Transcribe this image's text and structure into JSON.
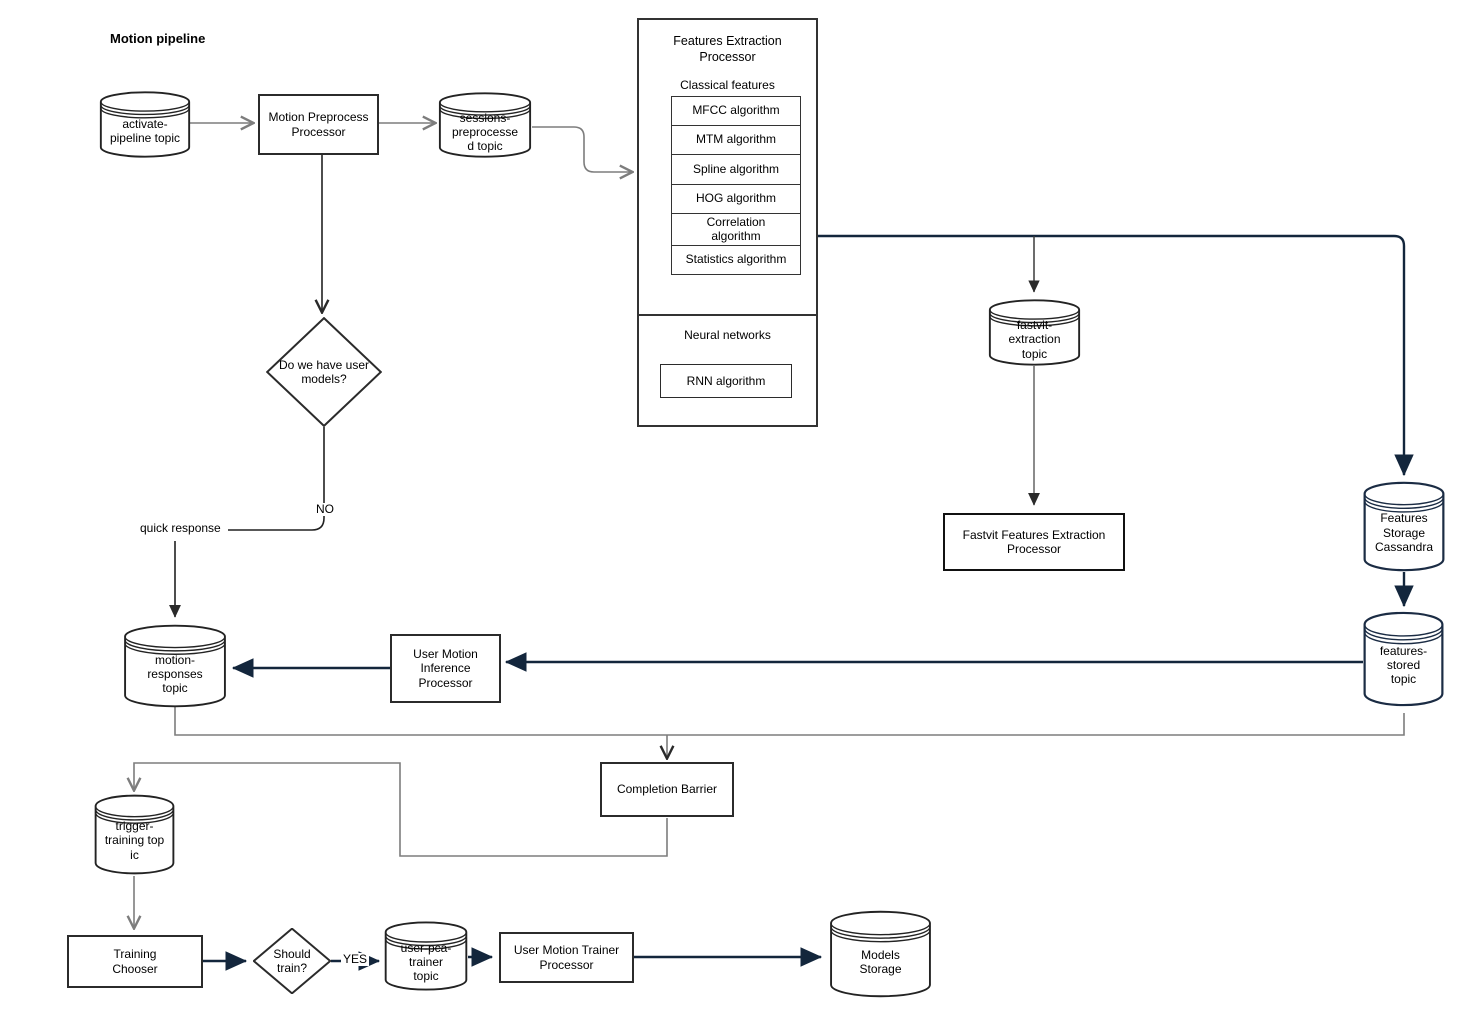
{
  "title": "Motion pipeline",
  "colors": {
    "navy": "#13263c",
    "gray": "#7d7d7d",
    "black": "#212121"
  },
  "nodes": {
    "activate_topic": {
      "label": "activate-\npipeline topic"
    },
    "preprocess": {
      "label": "Motion Preprocess\nProcessor"
    },
    "sessions_topic": {
      "label": "sessions-\npreprocesse\nd topic"
    },
    "features_box": {
      "title": "Features Extraction\nProcessor",
      "classical_label": "Classical features",
      "algorithms": [
        "MFCC algorithm",
        "MTM algorithm",
        "Spline algorithm",
        "HOG algorithm",
        "Correlation\nalgorithm",
        "Statistics algorithm"
      ],
      "neural_label": "Neural networks",
      "rnn_label": "RNN algorithm"
    },
    "user_models_decision": {
      "label": "Do we have user\nmodels?"
    },
    "fastvit_topic": {
      "label": "fastvit-\nextraction\ntopic"
    },
    "fastvit_processor": {
      "label": "Fastvit Features Extraction\nProcessor"
    },
    "cassandra": {
      "label": "Features\nStorage\nCassandra"
    },
    "features_stored_topic": {
      "label": "features-\nstored\ntopic"
    },
    "inference": {
      "label": "User Motion\nInference\nProcessor"
    },
    "motion_responses_topic": {
      "label": "motion-\nresponses\ntopic"
    },
    "completion_barrier": {
      "label": "Completion Barrier"
    },
    "trigger_topic": {
      "label": "trigger-\ntraining top\nic"
    },
    "training_chooser": {
      "label": "Training\nChooser"
    },
    "should_train_decision": {
      "label": "Should\ntrain?"
    },
    "user_pca_topic": {
      "label": "user-pca-\ntrainer\ntopic"
    },
    "trainer": {
      "label": "User Motion Trainer\nProcessor"
    },
    "models_storage": {
      "label": "Models\nStorage"
    }
  },
  "edge_labels": {
    "no": "NO",
    "yes": "YES",
    "quick_response": "quick response"
  }
}
